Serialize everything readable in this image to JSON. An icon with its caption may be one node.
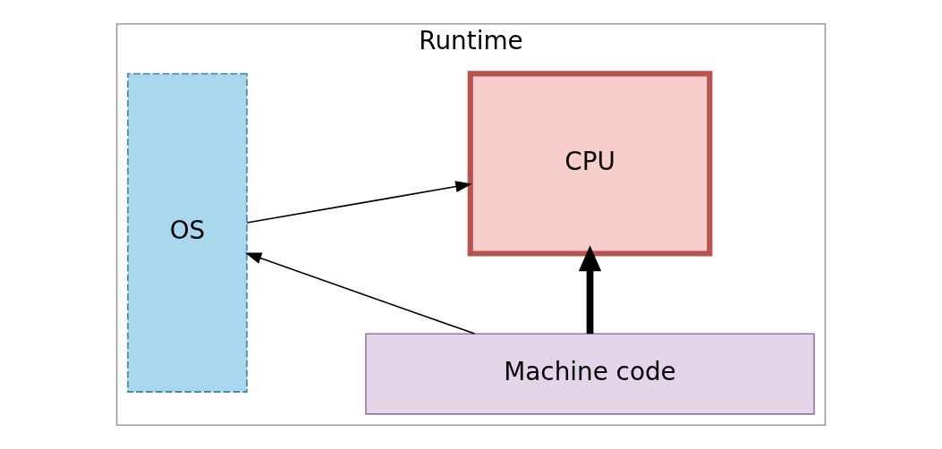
{
  "diagram": {
    "nodes": [
      {
        "text": [
          "Runtime"
        ]
      },
      {
        "text": [
          "OS"
        ],
        "in": 0
      },
      {
        "text": [
          "Machine code"
        ],
        "in": 0
      },
      {
        "text": [
          "CPU"
        ],
        "in": 0
      }
    ],
    "edges": [
      {
        "from": 2,
        "to": 1,
        "arrow": "to"
      },
      {
        "from": 2,
        "to": 3,
        "arrow": "to",
        "style": "thick"
      },
      {
        "from": 1,
        "to": 3,
        "arrow": "to"
      }
    ]
  }
}
